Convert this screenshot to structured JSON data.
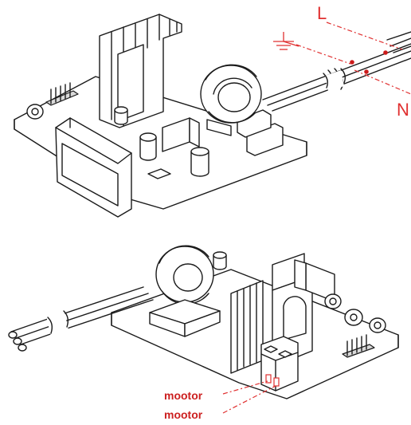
{
  "labels": {
    "line": "L",
    "neutral": "N",
    "motor_1": "mootor",
    "motor_2": "mootor"
  },
  "icons": [
    "ground-icon"
  ],
  "colors": {
    "ink": "#1a1a1a",
    "annotation_red": "#e03030"
  }
}
